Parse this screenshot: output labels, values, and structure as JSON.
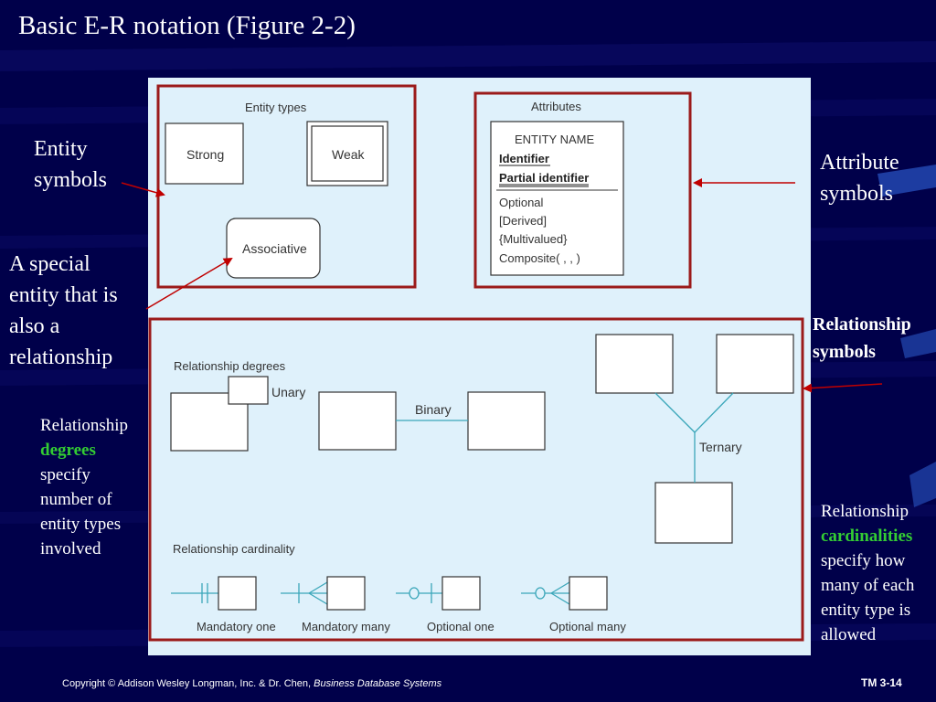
{
  "slide": {
    "title": "Basic E-R notation (Figure 2-2)",
    "footer": {
      "copyright": "Copyright ©  Addison Wesley Longman, Inc. & Dr. Chen, ",
      "book": "Business Database Systems",
      "page": "TM 3-14"
    }
  },
  "annotations": {
    "entity_symbols": [
      "Entity",
      "symbols"
    ],
    "special_entity": [
      "A special",
      "entity that is",
      "also a",
      "relationship"
    ],
    "attribute_symbols": [
      "Attribute",
      "symbols"
    ],
    "relationship_symbols": [
      "Relationship",
      "symbols"
    ],
    "degrees": {
      "pre": "Relationship",
      "highlight": "degrees",
      "post": [
        "specify",
        "number of",
        "entity types",
        "involved"
      ]
    },
    "cardinalities": {
      "pre": "Relationship",
      "highlight": "cardinalities",
      "post": [
        "specify how",
        "many of each",
        "entity type is",
        "allowed"
      ]
    }
  },
  "figure": {
    "entity_types": {
      "heading": "Entity types",
      "strong": "Strong",
      "weak": "Weak",
      "associative": "Associative"
    },
    "attributes": {
      "heading": "Attributes",
      "entity_name": "ENTITY NAME",
      "identifier": "Identifier",
      "partial_identifier": "Partial identifier",
      "optional": "Optional",
      "derived": "[Derived]",
      "multivalued": "{Multivalued}",
      "composite": "Composite( , , )"
    },
    "relationship_degrees": {
      "heading": "Relationship degrees",
      "unary": "Unary",
      "binary": "Binary",
      "ternary": "Ternary"
    },
    "relationship_cardinality": {
      "heading": "Relationship cardinality",
      "mandatory_one": "Mandatory one",
      "mandatory_many": "Mandatory many",
      "optional_one": "Optional one",
      "optional_many": "Optional many"
    }
  },
  "colors": {
    "background": "#00004a",
    "figure_bg": "#dff1fb",
    "frame_red": "#9b1a1a",
    "arrow_red": "#c00000",
    "connector": "#3aa6b9",
    "highlight_green": "#33cc33"
  }
}
